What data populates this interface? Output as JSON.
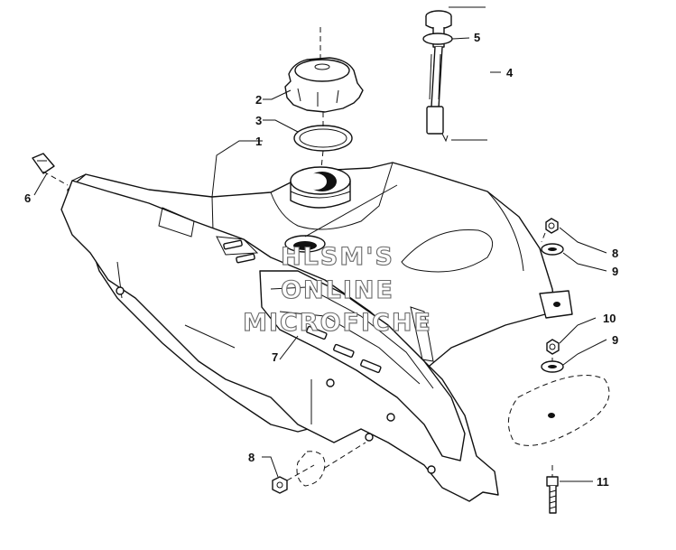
{
  "watermark": {
    "line1": "HLSM'S",
    "line2": "ONLINE",
    "line3": "MICROFICHE"
  },
  "callouts": {
    "c1": "1",
    "c2": "2",
    "c3": "3",
    "c4": "4",
    "c5": "5",
    "c6": "6",
    "c7": "7",
    "c8a": "8",
    "c8b": "8",
    "c9a": "9",
    "c9b": "9",
    "c10": "10",
    "c11": "11"
  }
}
